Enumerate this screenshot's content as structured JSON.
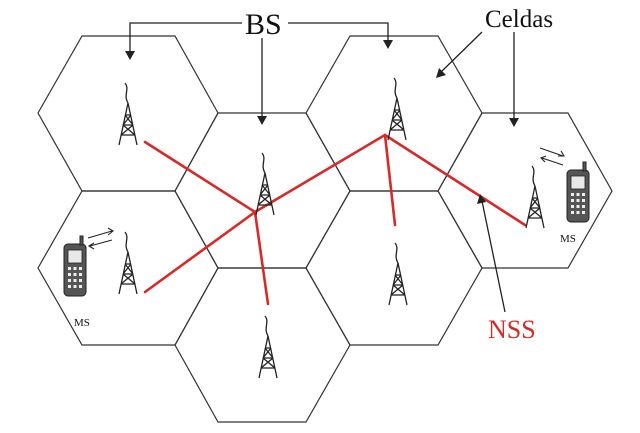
{
  "labels": {
    "bs": "BS",
    "celdas": "Celdas",
    "nss": "NSS",
    "ms_left": "MS",
    "ms_right": "MS"
  },
  "colors": {
    "nss_link": "#d42a2a",
    "outline": "#333333",
    "text": "#111111"
  },
  "icons": [
    "base-station-tower-icon",
    "mobile-phone-icon",
    "signal-arrow-icon"
  ]
}
